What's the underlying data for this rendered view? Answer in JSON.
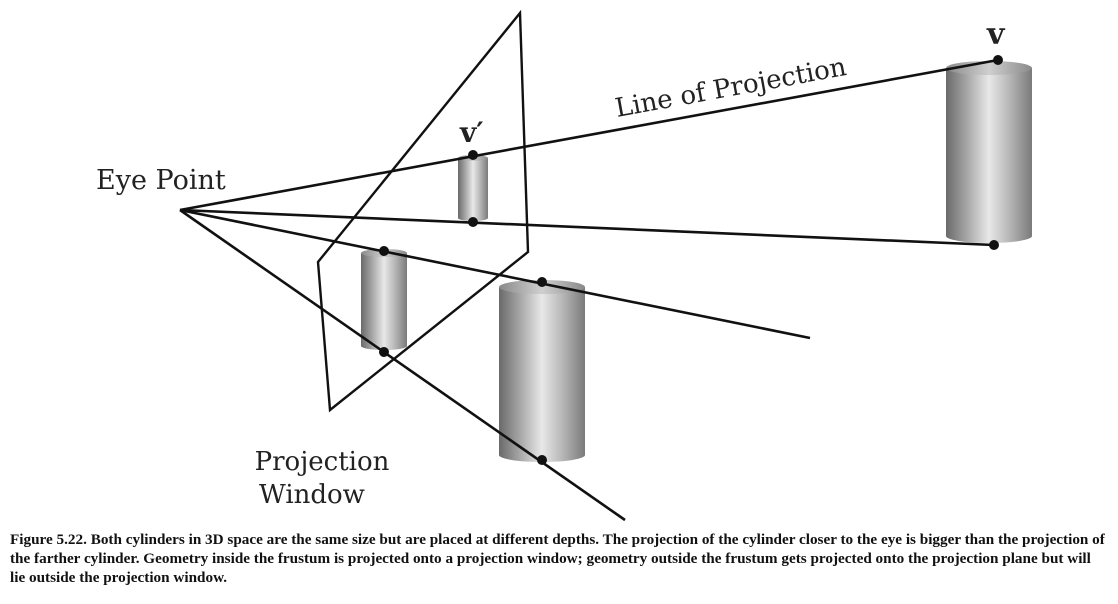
{
  "labels": {
    "eye_point": "Eye Point",
    "line_of_projection": "Line of Projection",
    "v_prime": "v′",
    "v": "v",
    "projection_window_line1": "Projection",
    "projection_window_line2": "Window"
  },
  "caption": "Figure 5.22. Both cylinders in 3D space are the same size but are placed at different depths. The projection of the cylinder closer to the eye is bigger than the projection of the farther cylinder. Geometry inside the frustum is projected onto a projection window; geometry outside the frustum gets projected onto the projection plane but will lie outside the projection window."
}
